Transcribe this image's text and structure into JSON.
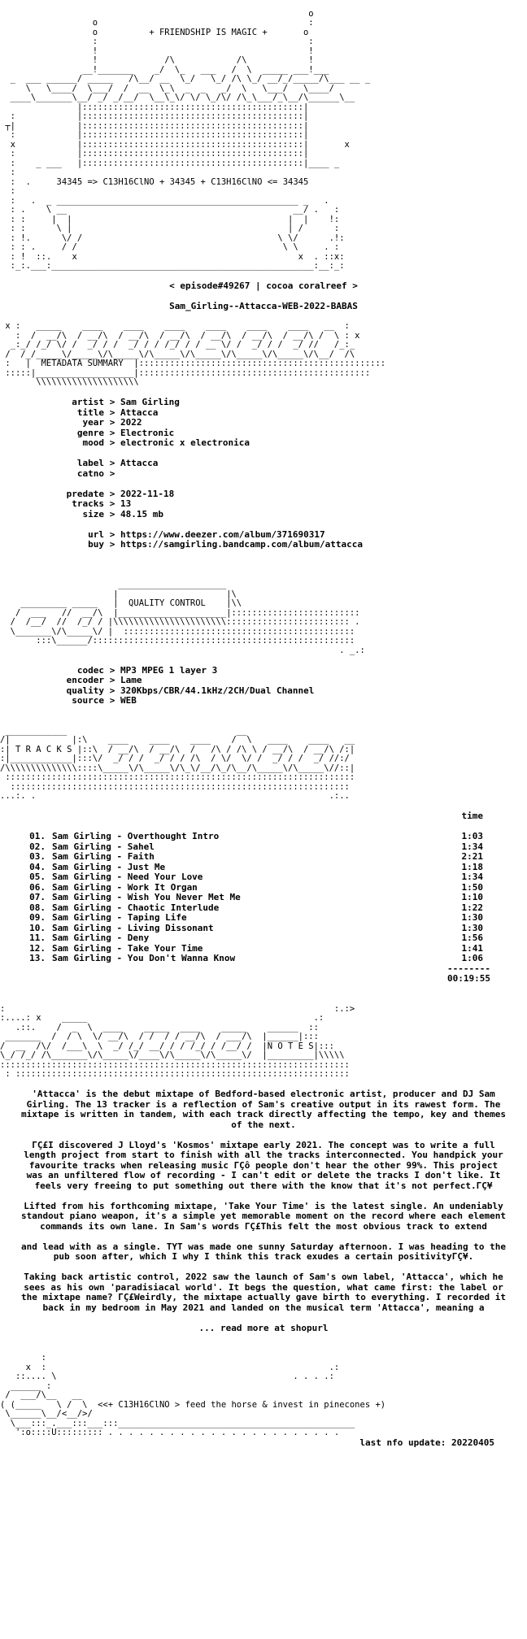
{
  "header": {
    "tagline": "+ FRIENDSHIP IS MAGIC +",
    "formula": "34345 => C13H16ClNO + 34345 + C13H16ClNO <= 34345"
  },
  "episode": "< episode#49267 | cocoa coralreef >",
  "release_name": "Sam_Girling--Attacca-WEB-2022-BABAS",
  "sections": {
    "metadata": "METADATA SUMMARY",
    "quality": "QUALITY CONTROL",
    "tracks": "T R A C K S",
    "notes": "N O T E S"
  },
  "metadata": [
    {
      "key": "artist",
      "value": "Sam Girling"
    },
    {
      "key": "title",
      "value": "Attacca"
    },
    {
      "key": "year",
      "value": "2022"
    },
    {
      "key": "genre",
      "value": "Electronic"
    },
    {
      "key": "mood",
      "value": "electronic x electronica"
    },
    {
      "key": "",
      "value": ""
    },
    {
      "key": "label",
      "value": "Attacca"
    },
    {
      "key": "catno",
      "value": ""
    },
    {
      "key": "",
      "value": ""
    },
    {
      "key": "predate",
      "value": "2022-11-18"
    },
    {
      "key": "tracks",
      "value": "13"
    },
    {
      "key": "size",
      "value": "48.15 mb"
    },
    {
      "key": "",
      "value": ""
    },
    {
      "key": "url",
      "value": "https://www.deezer.com/album/371690317"
    },
    {
      "key": "buy",
      "value": "https://samgirling.bandcamp.com/album/attacca"
    }
  ],
  "quality": [
    {
      "key": "codec",
      "value": "MP3 MPEG 1 layer 3"
    },
    {
      "key": "encoder",
      "value": "Lame"
    },
    {
      "key": "quality",
      "value": "320Kbps/CBR/44.1kHz/2CH/Dual Channel"
    },
    {
      "key": "source",
      "value": "WEB"
    }
  ],
  "tracks_header": "time",
  "tracks": [
    {
      "num": "01.",
      "title": "Sam Girling - Overthought Intro",
      "time": "1:03"
    },
    {
      "num": "02.",
      "title": "Sam Girling - Sahel",
      "time": "1:34"
    },
    {
      "num": "03.",
      "title": "Sam Girling - Faith",
      "time": "2:21"
    },
    {
      "num": "04.",
      "title": "Sam Girling - Just Me",
      "time": "1:18"
    },
    {
      "num": "05.",
      "title": "Sam Girling - Need Your Love",
      "time": "1:34"
    },
    {
      "num": "06.",
      "title": "Sam Girling - Work It Organ",
      "time": "1:50"
    },
    {
      "num": "07.",
      "title": "Sam Girling - Wish You Never Met Me",
      "time": "1:10"
    },
    {
      "num": "08.",
      "title": "Sam Girling - Chaotic Interlude",
      "time": "1:22"
    },
    {
      "num": "09.",
      "title": "Sam Girling - Taping Life",
      "time": "1:30"
    },
    {
      "num": "10.",
      "title": "Sam Girling - Living Dissonant",
      "time": "1:30"
    },
    {
      "num": "11.",
      "title": "Sam Girling - Deny",
      "time": "1:56"
    },
    {
      "num": "12.",
      "title": "Sam Girling - Take Your Time",
      "time": "1:41"
    },
    {
      "num": "13.",
      "title": "Sam Girling - You Don't Wanna Know",
      "time": "1:06"
    }
  ],
  "tracks_divider": "--------",
  "total_time": "00:19:55",
  "notes": [
    "'Attacca' is the debut mixtape of Bedford-based electronic artist, producer and DJ Sam Girling. The 13 tracker is a reflection of Sam's creative output in its rawest form. The mixtape is written in tandem, with each track directly affecting the tempo, key and themes of the next.",
    "ΓÇ£I discovered J Lloyd's 'Kosmos' mixtape early 2021. The concept was to write a full length project from start to finish with all the tracks interconnected. You handpick your favourite tracks when releasing music ΓÇô people don't hear the other 99%. This project was an unfiltered flow of recording - I can't edit or delete the tracks I don't like. It feels very freeing to put something out there with the know that it's not perfect.ΓÇ¥",
    "Lifted from his forthcoming mixtape, 'Take Your Time' is the latest single. An undeniably standout piano weapon, it's a simple yet memorable moment on the record where each element commands its own lane. In Sam's words ΓÇ£This felt the most obvious track to extend",
    "and lead with as a single. TYT was made one sunny Saturday afternoon. I was heading to the pub soon after, which I why I think this track exudes a certain positivityΓÇ¥.",
    "Taking back artistic control, 2022 saw the launch of Sam's own label, 'Attacca', which he sees as his own 'paradisiacal world'. It begs the question, what came first: the label or the mixtape name? ΓÇ£Weirdly, the mixtape actually gave birth to everything. I recorded it back in my bedroom in May 2021 and landed on the musical term 'Attacca', meaning a"
  ],
  "read_more": "... read more at shopurl",
  "footer": {
    "slogan": "<<+ C13H16ClNO > feed the horse & invest in pinecones +)",
    "updated": "last nfo update: 20220405"
  }
}
